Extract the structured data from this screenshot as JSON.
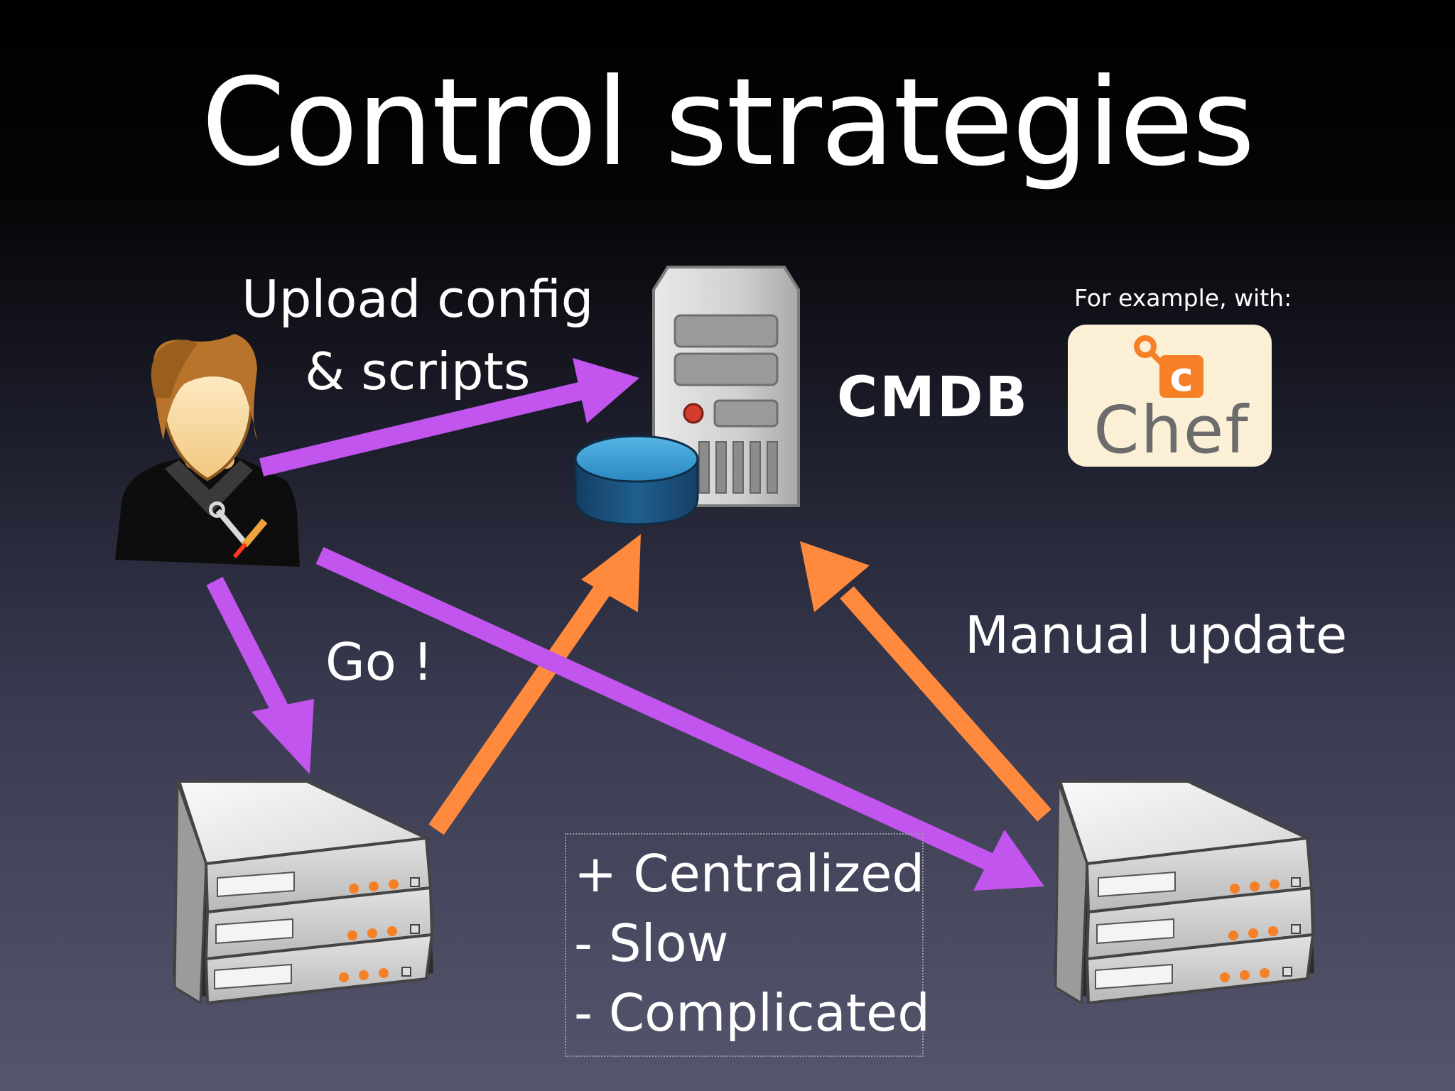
{
  "slide": {
    "title": "Control strategies",
    "upload_label_line1": "Upload config",
    "upload_label_line2": "& scripts",
    "go_label": "Go !",
    "manual_label": "Manual update",
    "cmdb_label": "CMDB",
    "example_caption": "For example, with:",
    "chef_logo_text": "Chef",
    "pros_cons": [
      "+ Centralized",
      "- Slow",
      "- Complicated"
    ]
  },
  "colors": {
    "purple_arrow": "#c255ee",
    "orange_arrow": "#ff8a3d",
    "chef_orange": "#f58025",
    "db_blue": "#1f5f8f"
  },
  "icons": [
    "admin-user-icon",
    "cmdb-server-tower-icon",
    "database-icon",
    "chef-logo",
    "rack-server-left-icon",
    "rack-server-right-icon"
  ]
}
